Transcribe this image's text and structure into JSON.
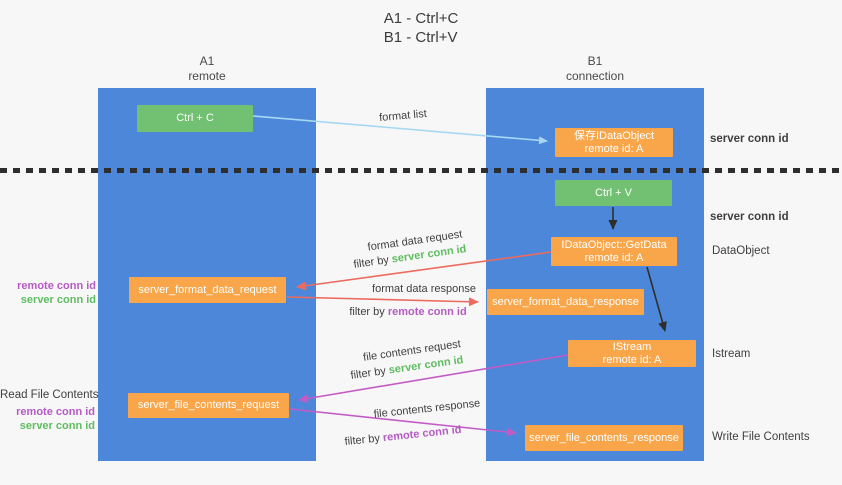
{
  "title": {
    "line1": "A1 - Ctrl+C",
    "line2": "B1 - Ctrl+V"
  },
  "col_a": {
    "name": "A1",
    "role": "remote"
  },
  "col_b": {
    "name": "B1",
    "role": "connection"
  },
  "nodes": {
    "ctrl_c": "Ctrl + C",
    "ctrl_v": "Ctrl + V",
    "save_obj_1": "保存IDataObject",
    "save_obj_2": "remote id: A",
    "getdata_1": "IDataObject::GetData",
    "getdata_2": "remote id: A",
    "istream_1": "IStream",
    "istream_2": "remote id: A",
    "fmt_req": "server_format_data_request",
    "fmt_resp": "server_format_data_response",
    "file_req": "server_file_contents_request",
    "file_resp": "server_file_contents_response"
  },
  "flow_labels": {
    "format_list": "format list",
    "fmt_req": "format data request",
    "fmt_resp": "format data response",
    "file_req": "file contents request",
    "file_resp": "file contents response",
    "filter_by": "filter by",
    "server_conn_id": "server conn id",
    "remote_conn_id": "remote conn id"
  },
  "side_labels": {
    "server_conn_id_top": "server conn id",
    "server_conn_id_mid": "server conn id",
    "dataobject": "DataObject",
    "istream": "Istream",
    "write_file": "Write File Contents",
    "read_file": "Read File Contents",
    "remote_conn_id_upper": "remote conn id",
    "server_conn_id_upper": "server conn id",
    "remote_conn_id_lower": "remote conn id",
    "server_conn_id_lower": "server conn id"
  },
  "colors": {
    "background": "#f7f7f7",
    "column_blue": "#4c87d9",
    "node_orange": "#f9a64a",
    "node_green": "#72c072",
    "arrow_red": "#ed6a5e",
    "arrow_magenta": "#c35bc6",
    "arrow_lightblue": "#a6d8f2",
    "arrow_black": "#2e2e2e",
    "text_green": "#5fbc60",
    "text_purple": "#b55bc3",
    "text_dark": "#3f3f3f"
  }
}
